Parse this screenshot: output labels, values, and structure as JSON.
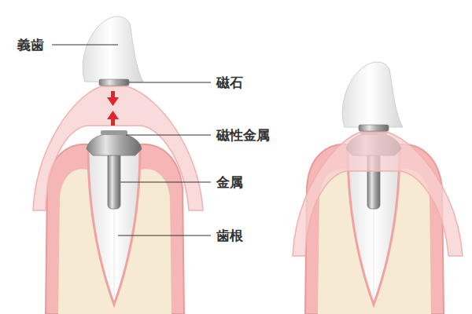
{
  "diagram": {
    "labels": [
      "義歯",
      "磁石",
      "磁性金属",
      "金属",
      "歯根"
    ]
  }
}
